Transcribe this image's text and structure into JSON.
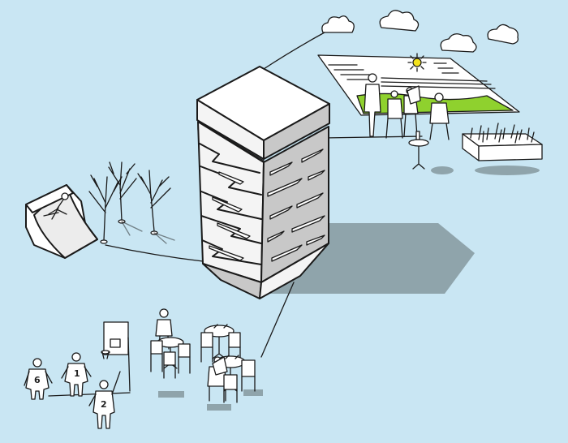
{
  "scene": {
    "background_color": "#c9e6f3",
    "shadow_color": "#8fa4ab",
    "grass_color": "#8fd12e",
    "sun_color": "#f3e21c",
    "tower_face_left": "#f4f4f4",
    "tower_face_right": "#c8c8c8"
  },
  "players": {
    "left_jersey": "6",
    "middle_jersey": "1",
    "front_jersey": "2"
  }
}
